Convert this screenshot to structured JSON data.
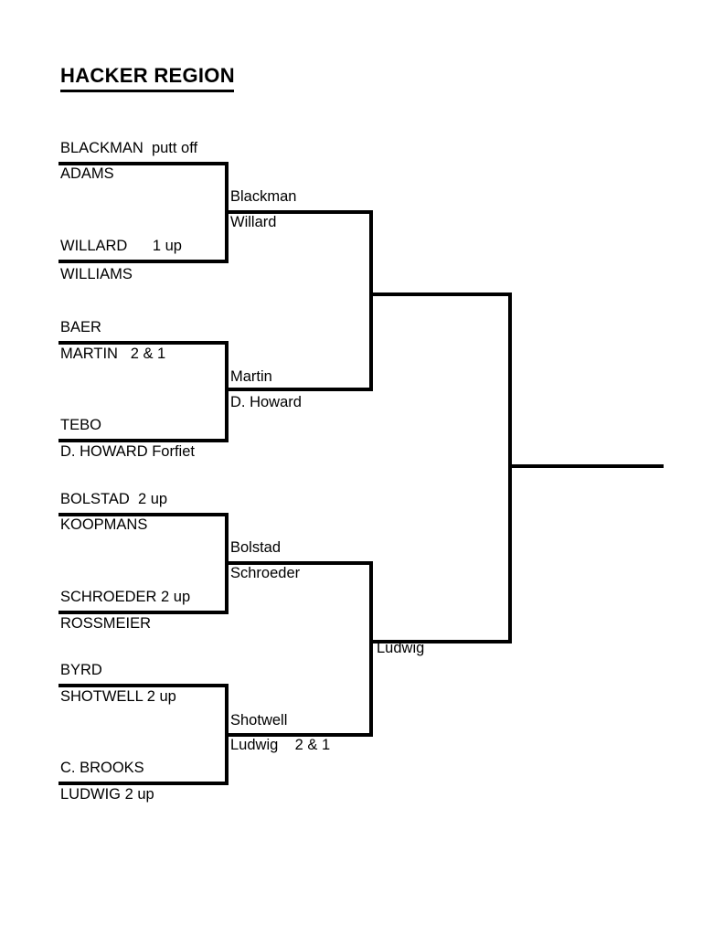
{
  "title": "HACKER REGION",
  "bracket": {
    "round1": [
      {
        "winner": "BLACKMAN  putt off",
        "loser": "ADAMS"
      },
      {
        "winner": "WILLARD      1 up",
        "loser": "WILLIAMS"
      },
      {
        "winner": "BAER",
        "loser": "MARTIN   2 & 1"
      },
      {
        "winner": "TEBO",
        "loser": "D. HOWARD Forfiet"
      },
      {
        "winner": "BOLSTAD  2 up",
        "loser": "KOOPMANS"
      },
      {
        "winner": "SCHROEDER 2 up",
        "loser": "ROSSMEIER"
      },
      {
        "winner": "BYRD",
        "loser": "SHOTWELL 2 up"
      },
      {
        "winner": "C. BROOKS",
        "loser": "LUDWIG 2 up"
      }
    ],
    "round2": [
      {
        "winner": "Blackman",
        "loser": "Willard"
      },
      {
        "winner": "Martin",
        "loser": "D. Howard"
      },
      {
        "winner": "Bolstad",
        "loser": "Schroeder"
      },
      {
        "winner": "Shotwell",
        "loser": "Ludwig    2 & 1"
      }
    ],
    "round3": [
      {
        "winner": "",
        "loser": ""
      },
      {
        "winner": "",
        "loser": "Ludwig"
      }
    ],
    "final": {
      "winner": ""
    }
  }
}
